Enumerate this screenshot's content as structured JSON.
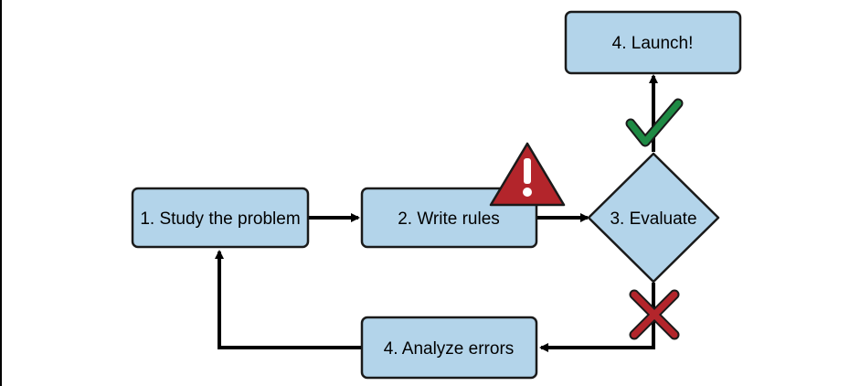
{
  "nodes": {
    "study": "1. Study the problem",
    "write": "2. Write rules",
    "evaluate": "3. Evaluate",
    "launch": "4. Launch!",
    "analyze": "4. Analyze errors"
  },
  "icons": {
    "warning": "warning-icon",
    "success": "checkmark-icon",
    "failure": "cross-icon"
  },
  "colors": {
    "box_fill": "#b3d4ea",
    "box_stroke": "#1a1a1a",
    "arrow": "#000000",
    "warning": "#b3252b",
    "check": "#1e8a44",
    "cross": "#b3252b"
  }
}
